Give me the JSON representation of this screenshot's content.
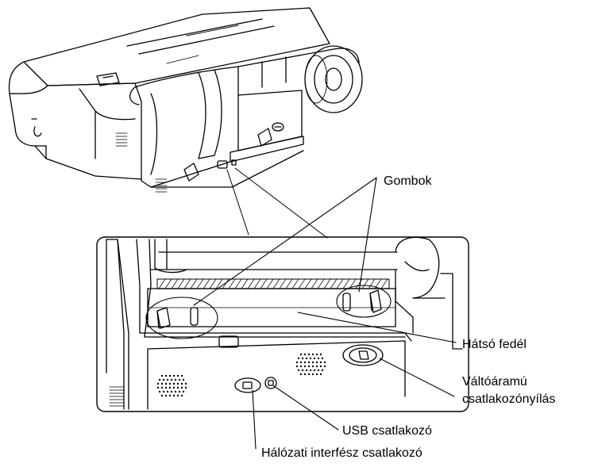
{
  "labels": {
    "buttons": "Gombok",
    "rear_cover": "Hátsó fedél",
    "ac_inlet_line1": "Váltóáramú",
    "ac_inlet_line2": "csatlakozónyílás",
    "usb": "USB csatlakozó",
    "network": "Hálózati interfész csatlakozó"
  }
}
